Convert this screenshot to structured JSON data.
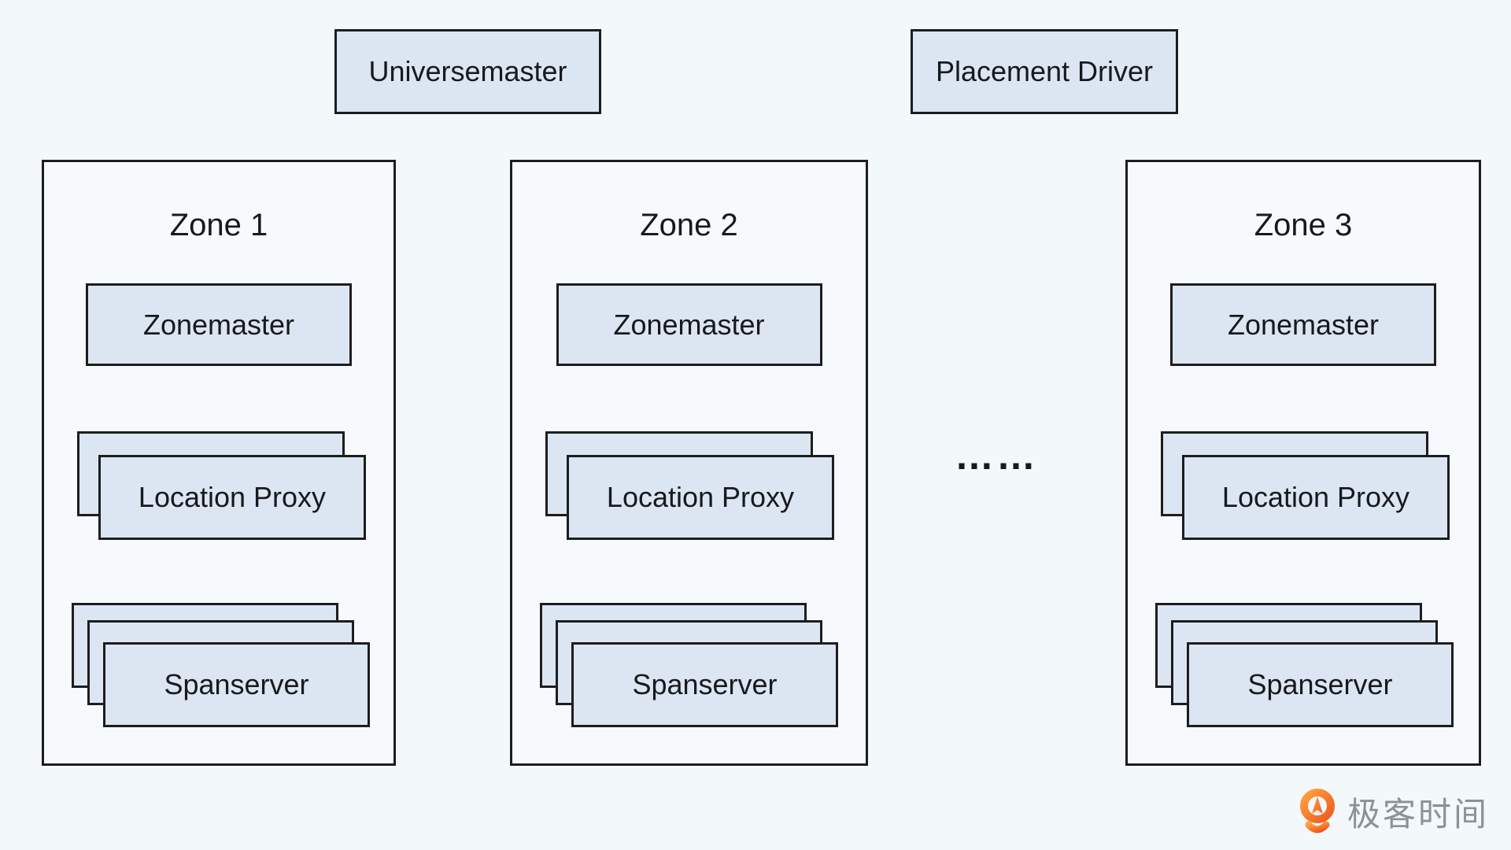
{
  "colors": {
    "background": "#f3f8fa",
    "box_fill": "#dbe6f2",
    "zone_fill": "#f7fafc",
    "border": "#1d1d1f",
    "text": "#17191d",
    "logo_orange": "#f96c1f",
    "logo_gray": "#8c9199"
  },
  "top_boxes": [
    {
      "label": "Universemaster"
    },
    {
      "label": "Placement Driver"
    }
  ],
  "zones": [
    {
      "label": "Zone 1",
      "zonemaster": "Zonemaster",
      "location_proxy": "Location Proxy",
      "spanserver": "Spanserver"
    },
    {
      "label": "Zone 2",
      "zonemaster": "Zonemaster",
      "location_proxy": "Location Proxy",
      "spanserver": "Spanserver"
    },
    {
      "label": "Zone 3",
      "zonemaster": "Zonemaster",
      "location_proxy": "Location Proxy",
      "spanserver": "Spanserver"
    }
  ],
  "ellipsis": "……",
  "logo": {
    "brand": "极客时间"
  }
}
